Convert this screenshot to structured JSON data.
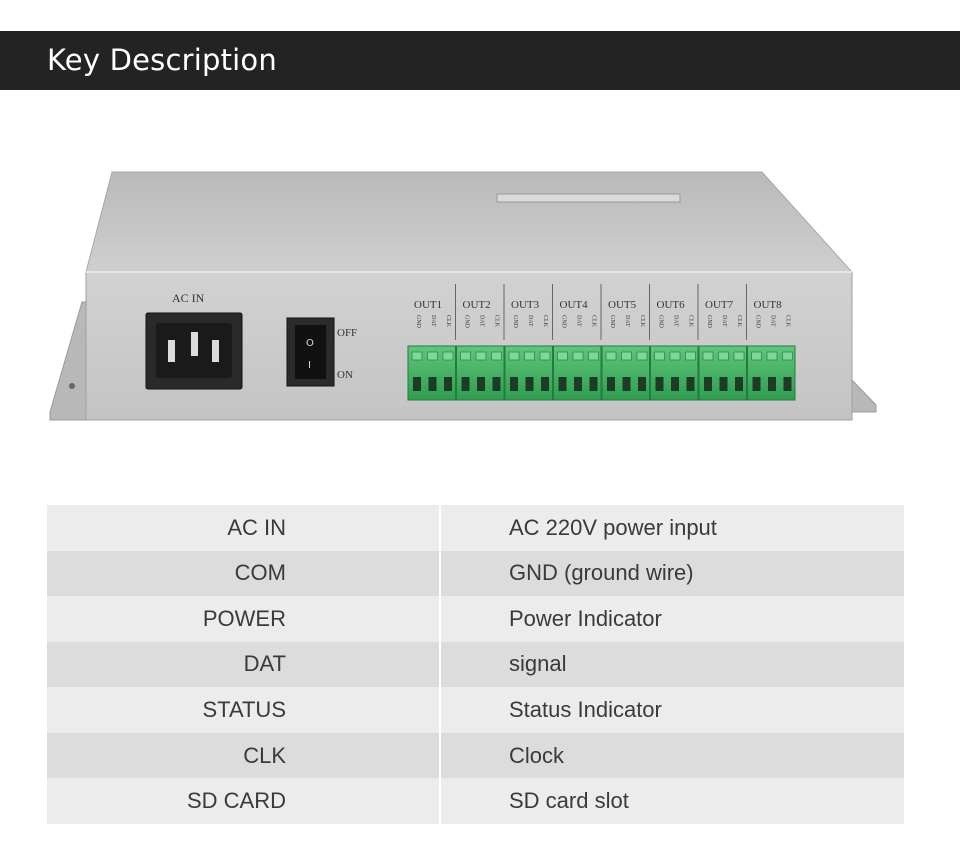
{
  "header": {
    "title": "Key Description"
  },
  "device": {
    "ac_in_label": "AC IN",
    "switch_off_label": "OFF",
    "switch_on_label": "ON",
    "switch_top_mark": "O",
    "switch_bottom_mark": "I",
    "outputs": [
      {
        "label": "OUT1",
        "pins": [
          "GND",
          "DAT",
          "CLK"
        ]
      },
      {
        "label": "OUT2",
        "pins": [
          "GND",
          "DAT",
          "CLK"
        ]
      },
      {
        "label": "OUT3",
        "pins": [
          "GND",
          "DAT",
          "CLK"
        ]
      },
      {
        "label": "OUT4",
        "pins": [
          "GND",
          "DAT",
          "CLK"
        ]
      },
      {
        "label": "OUT5",
        "pins": [
          "GND",
          "DAT",
          "CLK"
        ]
      },
      {
        "label": "OUT6",
        "pins": [
          "GND",
          "DAT",
          "CLK"
        ]
      },
      {
        "label": "OUT7",
        "pins": [
          "GND",
          "DAT",
          "CLK"
        ]
      },
      {
        "label": "OUT8",
        "pins": [
          "GND",
          "DAT",
          "CLK"
        ]
      }
    ]
  },
  "table": {
    "rows": [
      {
        "key": "AC IN",
        "value": "AC 220V power input"
      },
      {
        "key": "COM",
        "value": "GND (ground wire)"
      },
      {
        "key": "POWER",
        "value": "Power Indicator"
      },
      {
        "key": "DAT",
        "value": "signal"
      },
      {
        "key": "STATUS",
        "value": "Status Indicator"
      },
      {
        "key": "CLK",
        "value": "Clock"
      },
      {
        "key": "SD CARD",
        "value": "SD card slot"
      }
    ]
  },
  "colors": {
    "header_bg": "#232323",
    "terminal_green": "#3cb060",
    "device_gray": "#c9c9c9"
  }
}
